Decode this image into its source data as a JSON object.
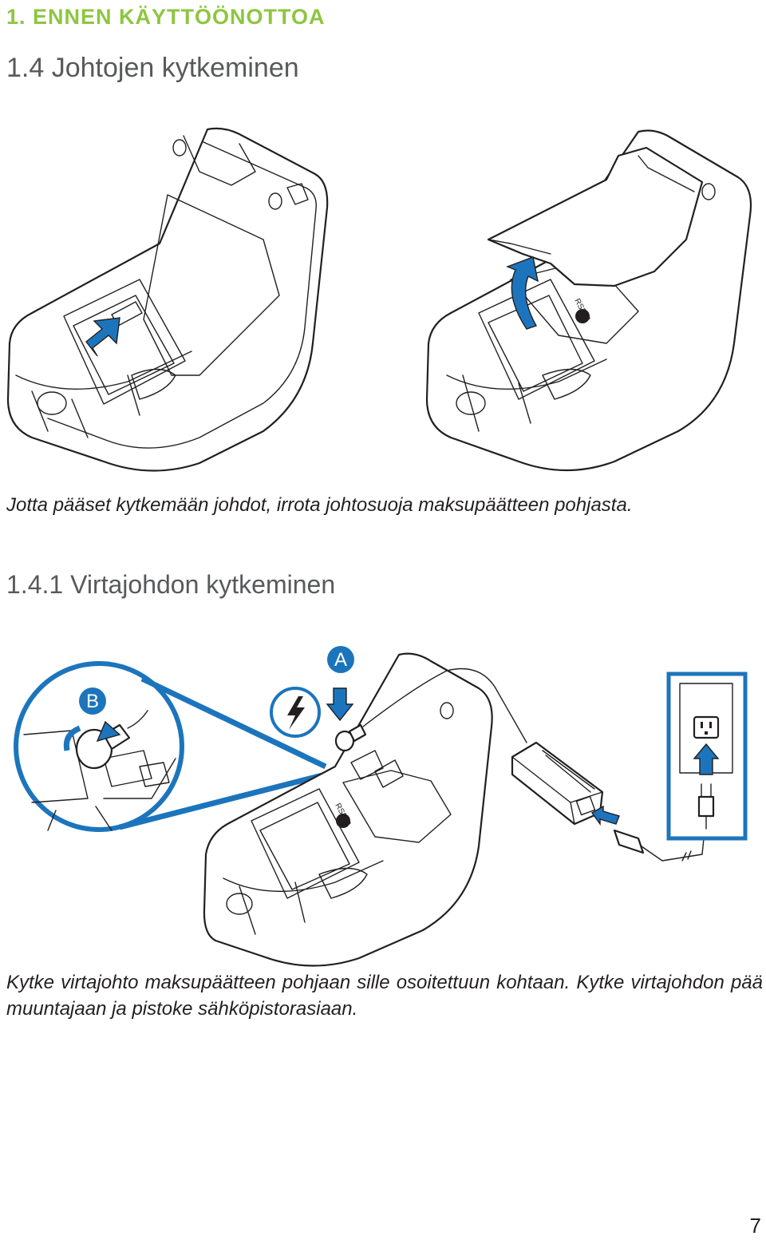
{
  "page": {
    "chapter_title": "1. ENNEN KÄYTTÖÖNOTTOA",
    "section_title": "1.4 Johtojen kytkeminen",
    "caption_1": "Jotta pääset kytkemään johdot, irrota johtosuoja maksupäätteen pohjasta.",
    "subsection_title": "1.4.1 Virtajohdon kytkeminen",
    "caption_2": "Kytke virtajohto maksupäätteen pohjaan sille osoitettuun kohtaan. Kytke virtajohdon pää muuntajaan ja pistoke sähköpistorasiaan.",
    "page_number": "7"
  },
  "figures": {
    "cover_removal": {
      "left_terminal": {
        "arrow": "push-arrow-icon"
      },
      "right_terminal": {
        "arrow": "lift-arrow-icon",
        "port_label": "RS232"
      }
    },
    "power_connection": {
      "callout_a": "A",
      "callout_b": "B",
      "port_label": "RS232",
      "icons": [
        "lightning-icon",
        "down-arrow-icon",
        "rotate-arrow-icon",
        "plug-arrow-icon",
        "up-arrow-icon",
        "wall-outlet-icon"
      ]
    }
  },
  "colors": {
    "chapter_green": "#8dc63f",
    "heading_gray": "#58595b",
    "accent_blue": "#1c75bc",
    "text": "#231f20"
  }
}
